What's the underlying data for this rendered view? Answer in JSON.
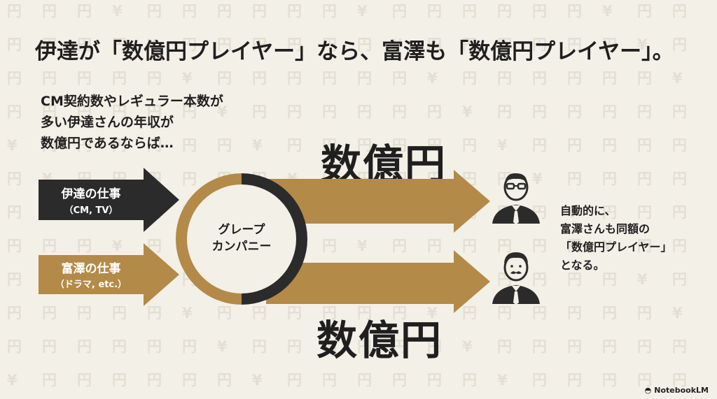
{
  "background_glyphs": [
    "円",
    "¥"
  ],
  "headline": "伊達が「数億円プレイヤー」なら、富澤も「数億円プレイヤー」。",
  "intro_lines": [
    "CM契約数やレギュラー本数が",
    "多い伊達さんの年収が",
    "数億円であるならば…"
  ],
  "date_work": {
    "title": "伊達の仕事",
    "sub": "（CM, TV）"
  },
  "tomizawa_work": {
    "title": "富澤の仕事",
    "sub": "（ドラマ, etc.）"
  },
  "company": {
    "line1": "グレープ",
    "line2": "カンパニー"
  },
  "amount_top": "数億円",
  "amount_bottom": "数億円",
  "result_lines": [
    "自動的に、",
    "富澤さんも同額の",
    "「数億円プレイヤー」",
    "となる。"
  ],
  "brand": "NotebookLM",
  "colors": {
    "dark": "#2b2b2b",
    "gold": "#b48a48",
    "bg": "#f3f0e8"
  }
}
